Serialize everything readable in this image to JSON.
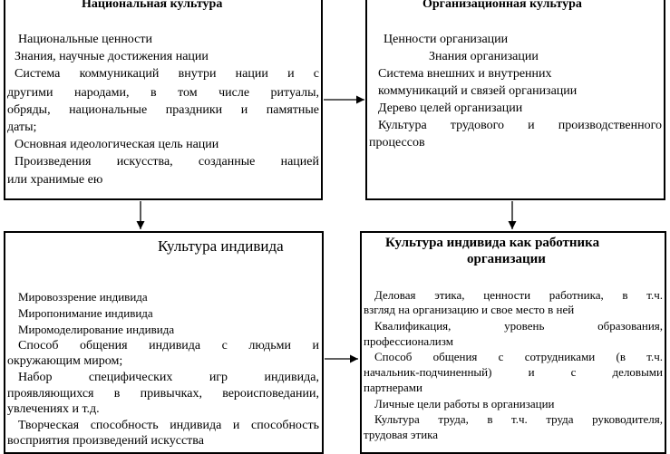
{
  "national": {
    "title": "Национальная культура",
    "items": [
      "Национальные ценности",
      "Знания, научные достижения нации",
      "Система коммуникаций внутри нации и с",
      "другими народами, в том числе ритуалы,",
      "обряды, национальные праздники и памятные",
      "даты;",
      "Основная идеологическая цель нации",
      "Произведения искусства, созданные нацией",
      "или хранимые ею"
    ]
  },
  "organization": {
    "title": "Организационная культура",
    "items": [
      "Ценности организации",
      "Знания организации",
      "Система внешних и внутренних",
      "коммуникаций и связей организации",
      "Дерево целей организации",
      "Культура трудового и производственного",
      "процессов"
    ]
  },
  "individual": {
    "title": "Культура индивида",
    "items": [
      "Мировоззрение индивида",
      "Миропонимание индивида",
      "Миромоделирование индивида",
      "Способ общения индивида с людьми и",
      "окружающим миром;",
      "Набор специфических игр индивида,",
      "проявляющихся в привычках, вероисповедании,",
      "увлечениях и т.д.",
      "Творческая способность индивида и способность",
      "восприятия произведений искусства"
    ]
  },
  "employee": {
    "title_line1": "Культура индивида как работника",
    "title_line2": "организации",
    "items": [
      "Деловая этика, ценности работника, в т.ч.",
      "взгляд на организацию и свое место в ней",
      "Квалификация, уровень образования,",
      "профессионализм",
      "Способ общения с сотрудниками (в т.ч.",
      "начальник-подчиненный) и с деловыми",
      "партнерами",
      "Личные цели работы в организации",
      "Культура труда, в т.ч. труда руководителя,",
      "трудовая этика"
    ]
  }
}
